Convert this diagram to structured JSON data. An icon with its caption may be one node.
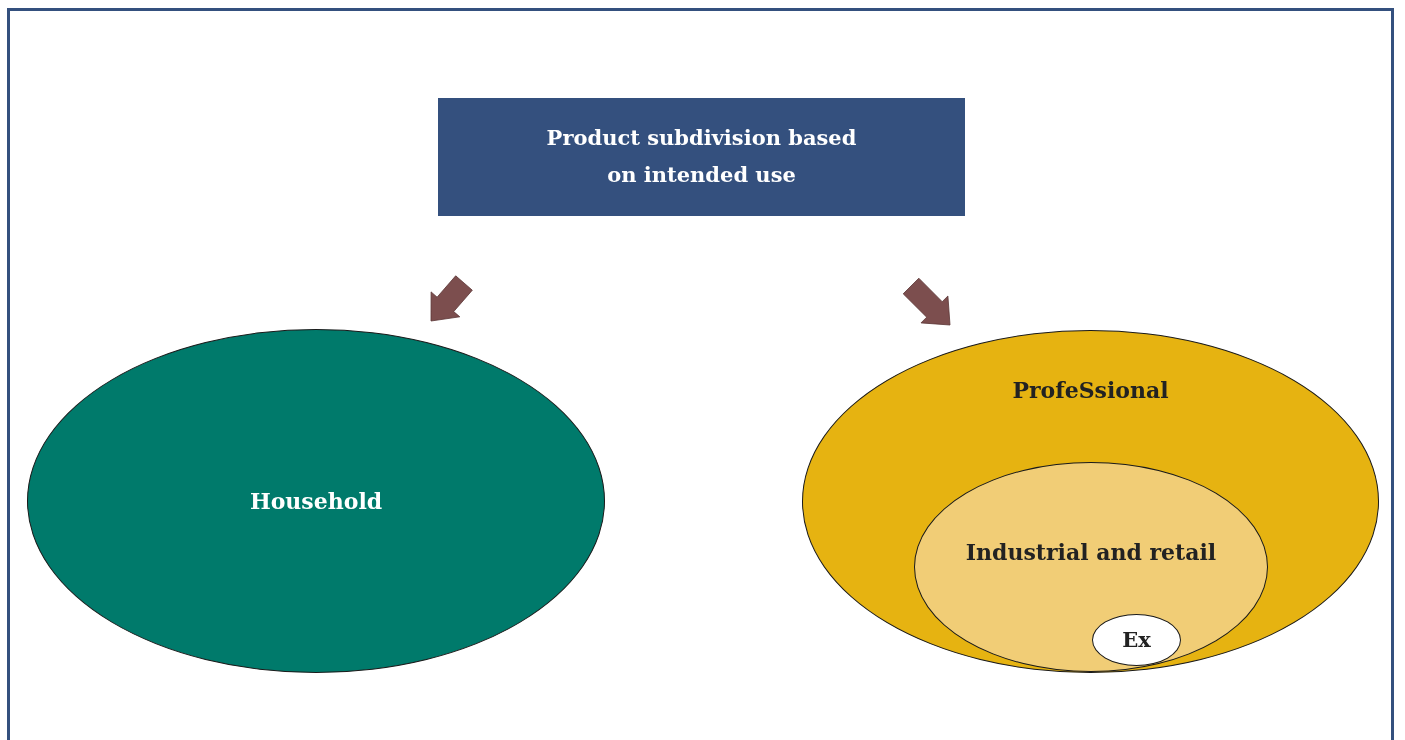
{
  "diagram": {
    "nodes": [
      {
        "text": [
          "Product subdivision based on intended use"
        ]
      },
      {
        "text": [
          "Household"
        ]
      },
      {
        "text": [
          "ProfeSsional"
        ]
      },
      {
        "text": [
          "Industrial and retail"
        ],
        "in": 2
      },
      {
        "text": [
          "Ex"
        ],
        "in": 3
      }
    ],
    "edges": [
      {
        "from": 0,
        "to": 1,
        "arrow": "to"
      },
      {
        "from": 0,
        "to": 2,
        "arrow": "to"
      }
    ]
  }
}
